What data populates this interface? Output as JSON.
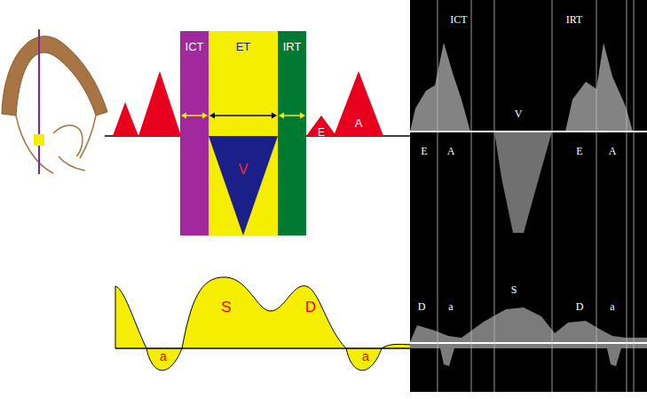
{
  "diagram": {
    "nodes": [
      {
        "text": [
          "ICT"
        ]
      },
      {
        "text": [
          "ET"
        ]
      },
      {
        "text": [
          "V"
        ],
        "in": 1
      },
      {
        "text": [
          "IRT"
        ]
      },
      {
        "text": [
          "E"
        ]
      },
      {
        "text": [
          "A"
        ]
      }
    ],
    "labels": [
      "S",
      "D",
      "a",
      "a",
      "ICT",
      "IRT",
      "V",
      "E",
      "A",
      "E",
      "A",
      "D",
      "a",
      "S",
      "D",
      "a"
    ]
  }
}
